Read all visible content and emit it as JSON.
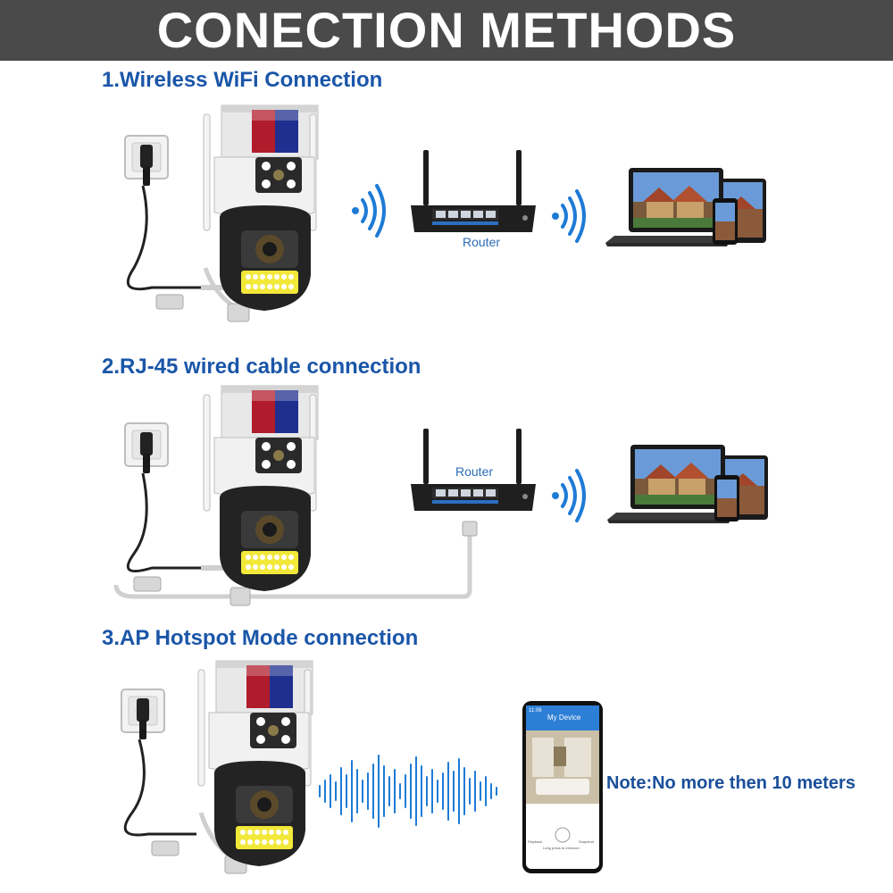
{
  "header": {
    "title": "CONECTION METHODS"
  },
  "sections": [
    {
      "title": "1.Wireless WiFi Connection",
      "router_label": "Router"
    },
    {
      "title": "2.RJ-45 wired cable connection",
      "router_label": "Router"
    },
    {
      "title": "3.AP Hotspot Mode connection",
      "note": "Note:No more then 10 meters"
    }
  ],
  "phone_app": {
    "status_time": "11:06",
    "app_title": "My Device",
    "playback_label": "Playback",
    "snapshot_label": "Snapshot",
    "talk_hint": "Long press to intercom"
  },
  "colors": {
    "banner": "#4a4a4a",
    "heading_blue": "#1a56a8",
    "wave_blue": "#1e7bd6"
  },
  "icons": [
    "power-socket-icon",
    "ip-camera-icon",
    "wifi-signal-icon",
    "router-icon",
    "laptop-icon",
    "tablet-icon",
    "smartphone-icon",
    "sound-wave-icon",
    "ethernet-cable-icon"
  ]
}
